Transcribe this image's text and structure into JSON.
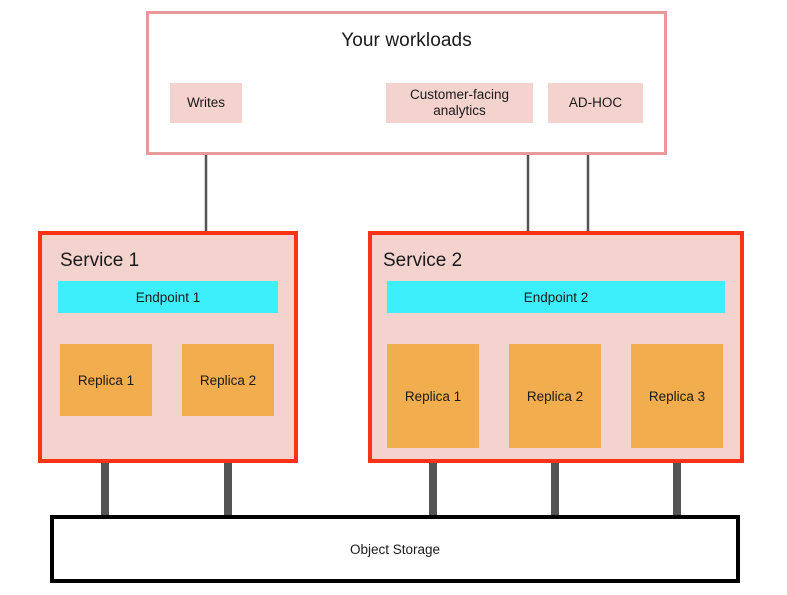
{
  "diagram": {
    "title_text": "Your workloads",
    "workloads": {
      "container_label": "Your workloads",
      "items": [
        {
          "id": "writes",
          "label": "Writes"
        },
        {
          "id": "cfa",
          "label": "Customer-facing analytics"
        },
        {
          "id": "ad-hoc",
          "label": "AD-HOC"
        }
      ]
    },
    "services": [
      {
        "id": "service-1",
        "title": "Service 1",
        "endpoint": "Endpoint 1",
        "replicas": [
          "Replica 1",
          "Replica 2"
        ]
      },
      {
        "id": "service-2",
        "title": "Service 2",
        "endpoint": "Endpoint 2",
        "replicas": [
          "Replica 1",
          "Replica 2",
          "Replica 3"
        ]
      }
    ],
    "storage": {
      "label": "Object Storage"
    },
    "connections": [
      {
        "from": "writes",
        "to": "Endpoint 1",
        "kind": "arrow"
      },
      {
        "from": "cfa",
        "to": "Endpoint 2",
        "kind": "arrow"
      },
      {
        "from": "ad-hoc",
        "to": "Endpoint 2",
        "kind": "arrow"
      },
      {
        "from": "Endpoint 1",
        "to": "Replica 1",
        "kind": "link"
      },
      {
        "from": "Endpoint 1",
        "to": "Replica 2",
        "kind": "link"
      },
      {
        "from": "Endpoint 2",
        "to": "Replica 1",
        "kind": "link"
      },
      {
        "from": "Endpoint 2",
        "to": "Replica 2",
        "kind": "link"
      },
      {
        "from": "Endpoint 2",
        "to": "Replica 3",
        "kind": "link"
      },
      {
        "from": "Service 1 Replica 1",
        "to": "Object Storage",
        "kind": "link"
      },
      {
        "from": "Service 1 Replica 2",
        "to": "Object Storage",
        "kind": "link"
      },
      {
        "from": "Service 2 Replica 1",
        "to": "Object Storage",
        "kind": "link"
      },
      {
        "from": "Service 2 Replica 2",
        "to": "Object Storage",
        "kind": "link"
      },
      {
        "from": "Service 2 Replica 3",
        "to": "Object Storage",
        "kind": "link"
      }
    ],
    "colors": {
      "workload_border": "#E79A99",
      "workload_fill": "#F4D2CE",
      "service_border": "#FA3316",
      "service_fill": "#F4D2CE",
      "endpoint_fill": "#3DEEFB",
      "replica_fill": "#F2AD4F",
      "storage_border": "#000000",
      "connector": "#545454",
      "text": "#1a1a1a"
    }
  }
}
